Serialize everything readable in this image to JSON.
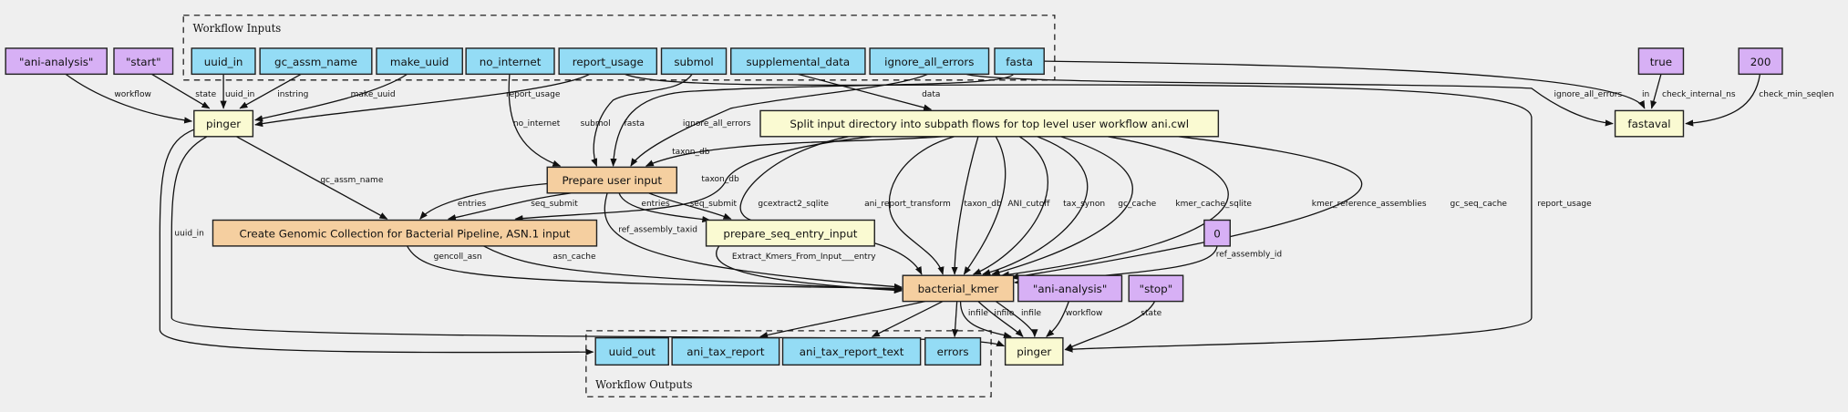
{
  "clusters": {
    "inputs_label": "Workflow Inputs",
    "outputs_label": "Workflow Outputs"
  },
  "colors": {
    "input": "#94dcf5",
    "output": "#94dcf5",
    "constant": "#d7b0f5",
    "subworkflow": "#f5cfa0",
    "tool": "#fafad2",
    "background": "#efefef"
  },
  "nodes": [
    {
      "id": "c_ani1",
      "label": "\"ani-analysis\"",
      "kind": "constant"
    },
    {
      "id": "c_start",
      "label": "\"start\"",
      "kind": "constant"
    },
    {
      "id": "uuid_in",
      "label": "uuid_in",
      "kind": "input"
    },
    {
      "id": "gc_assm_name",
      "label": "gc_assm_name",
      "kind": "input"
    },
    {
      "id": "make_uuid",
      "label": "make_uuid",
      "kind": "input"
    },
    {
      "id": "no_internet",
      "label": "no_internet",
      "kind": "input"
    },
    {
      "id": "report_usage",
      "label": "report_usage",
      "kind": "input"
    },
    {
      "id": "submol",
      "label": "submol",
      "kind": "input"
    },
    {
      "id": "supplemental_data",
      "label": "supplemental_data",
      "kind": "input"
    },
    {
      "id": "ignore_all_errors",
      "label": "ignore_all_errors",
      "kind": "input"
    },
    {
      "id": "fasta",
      "label": "fasta",
      "kind": "input"
    },
    {
      "id": "c_true",
      "label": "true",
      "kind": "constant"
    },
    {
      "id": "c_200",
      "label": "200",
      "kind": "constant"
    },
    {
      "id": "pinger1",
      "label": "pinger",
      "kind": "tool"
    },
    {
      "id": "split",
      "label": "Split input directory into subpath flows for top level user workflow ani.cwl",
      "kind": "tool"
    },
    {
      "id": "fastaval",
      "label": "fastaval",
      "kind": "tool"
    },
    {
      "id": "prepare",
      "label": "Prepare user input",
      "kind": "subworkflow"
    },
    {
      "id": "create",
      "label": "Create Genomic Collection for Bacterial Pipeline, ASN.1 input",
      "kind": "subworkflow"
    },
    {
      "id": "prepseq",
      "label": "prepare_seq_entry_input",
      "kind": "tool"
    },
    {
      "id": "c_zero",
      "label": "0",
      "kind": "constant"
    },
    {
      "id": "bk",
      "label": "bacterial_kmer",
      "kind": "subworkflow"
    },
    {
      "id": "c_ani2",
      "label": "\"ani-analysis\"",
      "kind": "constant"
    },
    {
      "id": "c_stop",
      "label": "\"stop\"",
      "kind": "constant"
    },
    {
      "id": "uuid_out",
      "label": "uuid_out",
      "kind": "output"
    },
    {
      "id": "ani_tax_report",
      "label": "ani_tax_report",
      "kind": "output"
    },
    {
      "id": "ani_tax_report_text",
      "label": "ani_tax_report_text",
      "kind": "output"
    },
    {
      "id": "errors",
      "label": "errors",
      "kind": "output"
    },
    {
      "id": "pinger2",
      "label": "pinger",
      "kind": "tool"
    }
  ],
  "edges": [
    {
      "from": "c_ani1",
      "to": "pinger1",
      "label": "workflow"
    },
    {
      "from": "c_start",
      "to": "pinger1",
      "label": "state"
    },
    {
      "from": "uuid_in",
      "to": "pinger1",
      "label": "uuid_in"
    },
    {
      "from": "gc_assm_name",
      "to": "pinger1",
      "label": "instring"
    },
    {
      "from": "make_uuid",
      "to": "pinger1",
      "label": "make_uuid"
    },
    {
      "from": "report_usage",
      "to": "pinger1",
      "label": "report_usage"
    },
    {
      "from": "no_internet",
      "to": "prepare",
      "label": "no_internet"
    },
    {
      "from": "submol",
      "to": "prepare",
      "label": "submol"
    },
    {
      "from": "fasta",
      "to": "prepare",
      "label": "fasta"
    },
    {
      "from": "ignore_all_errors",
      "to": "prepare",
      "label": "ignore_all_errors"
    },
    {
      "from": "supplemental_data",
      "to": "split",
      "label": "data"
    },
    {
      "from": "split",
      "to": "prepare",
      "label": "taxon_db"
    },
    {
      "from": "split",
      "to": "create",
      "label": "taxon_db"
    },
    {
      "from": "pinger1",
      "to": "create",
      "label": "gc_assm_name"
    },
    {
      "from": "prepare",
      "to": "create",
      "label": "entries"
    },
    {
      "from": "prepare",
      "to": "create",
      "label": "seq_submit"
    },
    {
      "from": "prepare",
      "to": "prepseq",
      "label": "entries"
    },
    {
      "from": "prepare",
      "to": "prepseq",
      "label": "seq_submit"
    },
    {
      "from": "prepare",
      "to": "bk",
      "label": "ref_assembly_taxid"
    },
    {
      "from": "create",
      "to": "bk",
      "label": "gencoll_asn"
    },
    {
      "from": "create",
      "to": "bk",
      "label": "asn_cache"
    },
    {
      "from": "prepseq",
      "to": "bk",
      "label": "Extract_Kmers_From_Input___entry"
    },
    {
      "from": "split",
      "to": "bk",
      "label": "gcextract2_sqlite"
    },
    {
      "from": "split",
      "to": "bk",
      "label": "ani_report_transform"
    },
    {
      "from": "split",
      "to": "bk",
      "label": "taxon_db"
    },
    {
      "from": "split",
      "to": "bk",
      "label": "ANI_cutoff"
    },
    {
      "from": "split",
      "to": "bk",
      "label": "tax_synon"
    },
    {
      "from": "split",
      "to": "bk",
      "label": "gc_cache"
    },
    {
      "from": "split",
      "to": "bk",
      "label": "kmer_cache_sqlite"
    },
    {
      "from": "split",
      "to": "bk",
      "label": "kmer_reference_assemblies"
    },
    {
      "from": "split",
      "to": "bk",
      "label": "gc_seq_cache"
    },
    {
      "from": "c_zero",
      "to": "bk",
      "label": "ref_assembly_id"
    },
    {
      "from": "fasta",
      "to": "fastaval",
      "label": "in"
    },
    {
      "from": "ignore_all_errors",
      "to": "fastaval",
      "label": "ignore_all_errors"
    },
    {
      "from": "c_true",
      "to": "fastaval",
      "label": "check_internal_ns"
    },
    {
      "from": "c_200",
      "to": "fastaval",
      "label": "check_min_seqlen"
    },
    {
      "from": "report_usage",
      "to": "pinger2",
      "label": "report_usage"
    },
    {
      "from": "pinger1",
      "to": "uuid_out",
      "label": ""
    },
    {
      "from": "pinger1",
      "to": "pinger2",
      "label": "uuid_in"
    },
    {
      "from": "bk",
      "to": "ani_tax_report",
      "label": ""
    },
    {
      "from": "bk",
      "to": "ani_tax_report_text",
      "label": ""
    },
    {
      "from": "bk",
      "to": "errors",
      "label": ""
    },
    {
      "from": "bk",
      "to": "pinger2",
      "label": "infile"
    },
    {
      "from": "bk",
      "to": "pinger2",
      "label": "infile"
    },
    {
      "from": "bk",
      "to": "pinger2",
      "label": "infile"
    },
    {
      "from": "c_ani2",
      "to": "pinger2",
      "label": "workflow"
    },
    {
      "from": "c_stop",
      "to": "pinger2",
      "label": "state"
    }
  ]
}
